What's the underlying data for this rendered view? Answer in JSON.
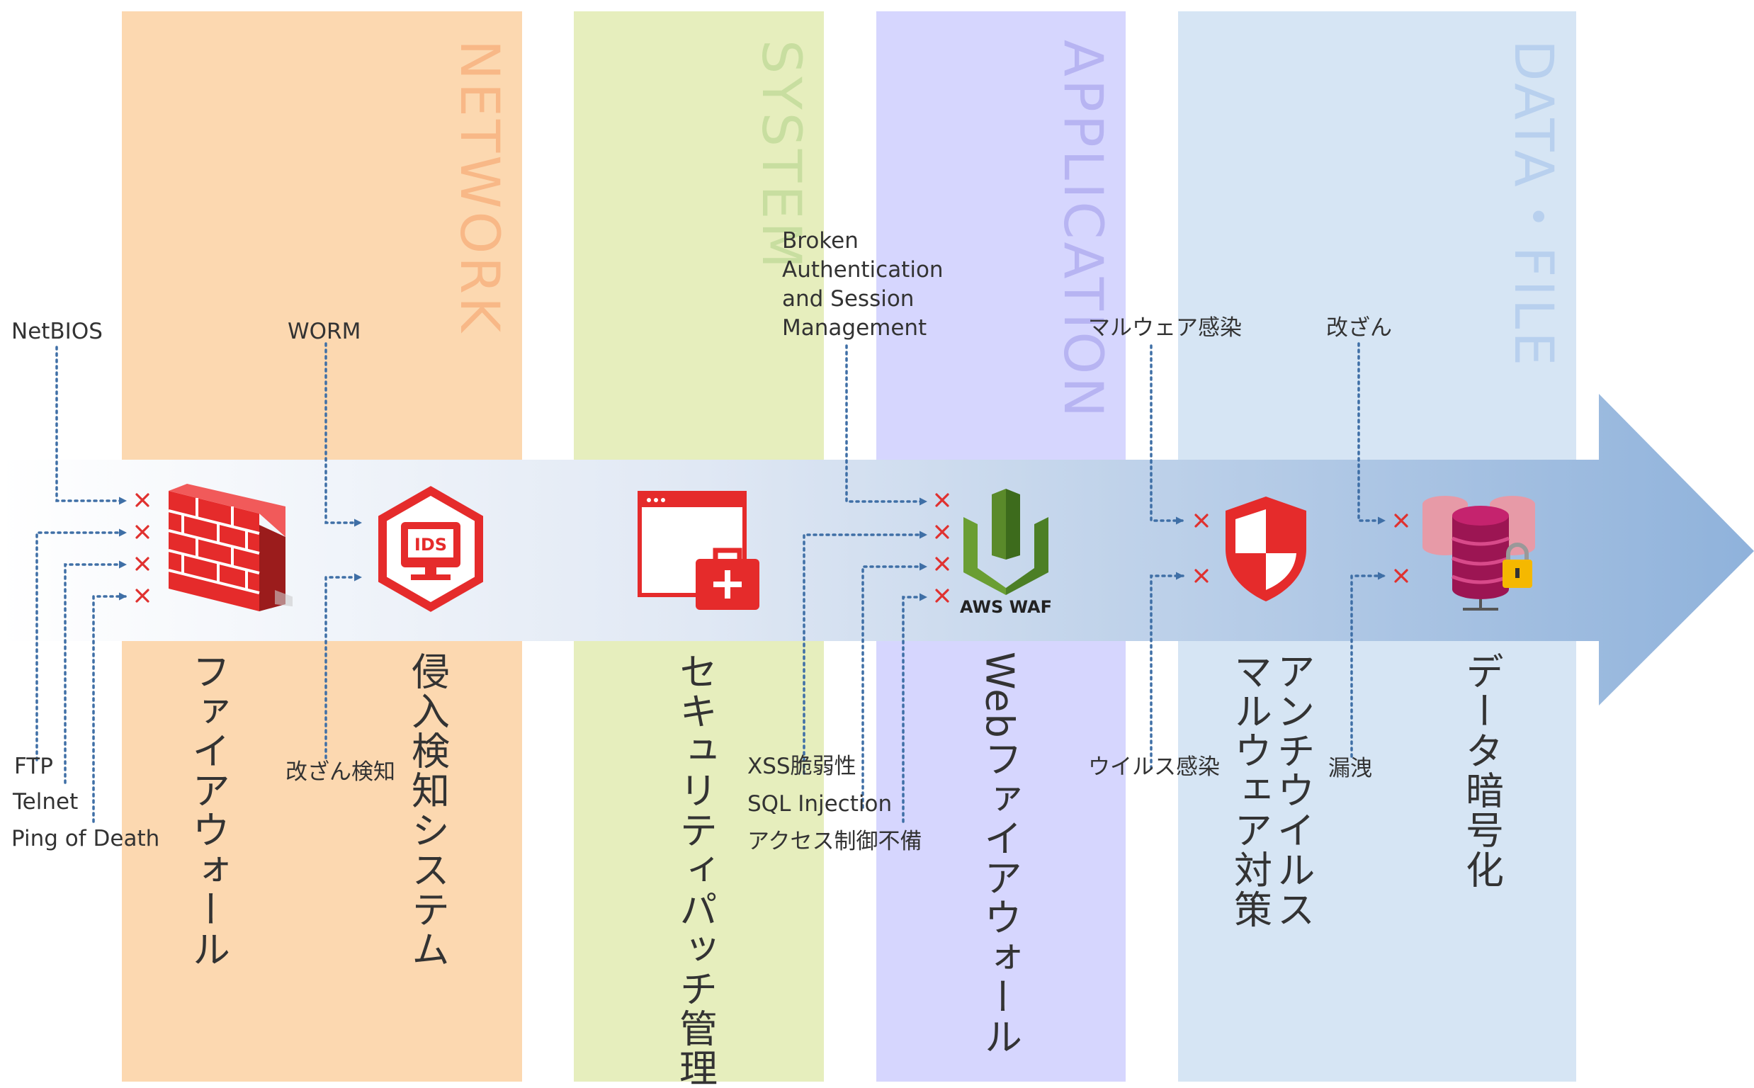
{
  "layers": {
    "network": "NETWORK",
    "system": "SYSTEM",
    "application": "APPLICATION",
    "data_file": "DATA・FILE"
  },
  "threats": {
    "netbios": "NetBIOS",
    "ftp": "FTP",
    "telnet": "Telnet",
    "ping_of_death": "Ping of Death",
    "worm": "WORM",
    "tampering_detection": "改ざん検知",
    "broken_auth": "Broken\nAuthentication\nand Session\nManagement",
    "xss": "XSS脆弱性",
    "sql_injection": "SQL Injection",
    "access_control": "アクセス制御不備",
    "malware_infection": "マルウェア感染",
    "virus_infection": "ウイルス感染",
    "tampering": "改ざん",
    "leakage": "漏洩"
  },
  "solutions": {
    "firewall": "ファイアウォール",
    "ids": "侵入検知システム",
    "patch_management": "セキュリティパッチ管理",
    "waf": "Webファイアウォール",
    "antivirus": "アンチウイルス\nマルウェア対策",
    "encryption": "データ暗号化"
  },
  "icons": {
    "firewall": "brick-wall-icon",
    "ids": "ids-hexagon-icon",
    "ids_text": "IDS",
    "patch": "window-first-aid-icon",
    "waf": "aws-waf-icon",
    "waf_text": "AWS WAF",
    "antivirus": "shield-icon",
    "encryption": "database-lock-icon"
  },
  "colors": {
    "network": "#fcd8b0",
    "system": "#e6eebd",
    "application": "#d6d6fe",
    "data": "#d6e5f4",
    "arrow": "#8fb2db",
    "connector": "#3f6fa6",
    "blocked": "#e0312f",
    "icon_red": "#e52b2b"
  }
}
